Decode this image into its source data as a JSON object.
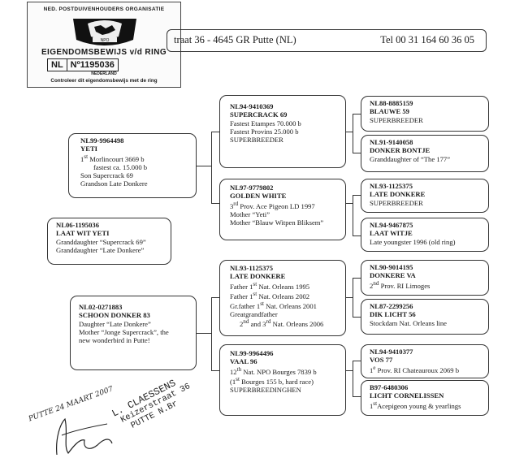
{
  "certificate": {
    "org": "NED. POSTDUIVENHOUDERS ORGANISATIE",
    "emblem_text": "NPO",
    "title": "EIGENDOMSBEWIJS v/d RING",
    "country": "NL",
    "number": "Nº1195036",
    "small": "NEDERLAND",
    "control": "Controleer dit eigendomsbewijs met de ring"
  },
  "header": {
    "address": "traat 36 - 4645 GR Putte (NL)",
    "phone": "Tel 00 31 164 60 36 05"
  },
  "pedigree": {
    "subject": {
      "ring": "NL06-1195036",
      "name": "LAAT WIT YETI",
      "lines": [
        "Granddaughter “Supercrack 69”",
        "Granddaughter “Late Donkere”"
      ]
    },
    "sire": {
      "ring": "NL99-9964498",
      "name": "YETI",
      "l1a": "1",
      "l1sup": "st",
      "l1b": " Morlincourt 3669 b",
      "l2": "fastest ca. 15.000 b",
      "l3": "Son Supercrack 69",
      "l4": "Grandson Late Donkere"
    },
    "dam": {
      "ring": "NL02-0271883",
      "name": "SCHOON DONKER 83",
      "lines": [
        "Daughter “Late Donkere”",
        "Mother “Jonge Supercrack”, the",
        "new wonderbird in Putte!"
      ]
    },
    "ss": {
      "ring": "NL94-9410369",
      "name": "SUPERCRACK 69",
      "lines": [
        "Fastest Etampes 70.000 b",
        "Fastest Provins 25.000 b",
        "SUPERBREEDER"
      ]
    },
    "sd": {
      "ring": "NL97-9779802",
      "name": "GOLDEN WHITE",
      "l1a": "3",
      "l1sup": "rd",
      "l1b": " Prov. Ace Pigeon LD 1997",
      "l2": "Mother “Yeti”",
      "l3": "Mother “Blauw Witpen Bliksem”"
    },
    "ds": {
      "ring": "NL93-1125375",
      "name": "LATE DONKERE",
      "fa": "Father 1",
      "fasup": "st",
      "fb": " Nat. Orleans 1995",
      "fa2": "Father 1",
      "fasup2": "st",
      "fb2": " Nat. Orleans 2002",
      "ga": "Gr.father 1",
      "gsup": "st",
      "gb": " Nat. Orleans 2001",
      "g2": "Greatgrandfather",
      "h1": "2",
      "h1sup": "nd",
      "h2": " and 3",
      "h2sup": "rd",
      "h3": " Nat. Orleans 2006"
    },
    "dd": {
      "ring": "NL99-9964496",
      "name": "VAAL 96",
      "a1": "12",
      "a1sup": "th",
      "a2": " Nat. NPO Bourges 7839 b",
      "b1": "(1",
      "b1sup": "st",
      "b2": " Bourges 155 b, hard race)",
      "c": "SUPERBREEDINGHEN"
    },
    "sss": {
      "ring": "NL88-8885159",
      "name": "BLAUWE 59",
      "lines": [
        "SUPERBREEDER"
      ]
    },
    "ssd": {
      "ring": "NL91-9140058",
      "name": "DONKER BONTJE",
      "lines": [
        "Granddaughter of “The 177”"
      ]
    },
    "sds": {
      "ring": "NL93-1125375",
      "name": "LATE DONKERE",
      "lines": [
        "SUPERBREEDER"
      ]
    },
    "sdd": {
      "ring": "NL94-9467875",
      "name": "LAAT WITJE",
      "lines": [
        "Late youngster 1996 (old ring)"
      ]
    },
    "dss": {
      "ring": "NL90-9014195",
      "name": "DONKERE VA",
      "a": "2",
      "sup": "nd",
      "b": " Prov. RI Limoges"
    },
    "dsd": {
      "ring": "NL87-2299256",
      "name": "DIK LICHT 56",
      "lines": [
        "Stockdam Nat. Orleans line"
      ]
    },
    "dds": {
      "ring": "NL94-9410377",
      "name": "VOS 77",
      "a": "1",
      "sup": "e",
      "b": " Prov. RI Chateauroux 2069 b"
    },
    "ddd": {
      "ring": "B97-6480306",
      "name": "LICHT CORNELISSEN",
      "a": "1",
      "sup": "st",
      "b": "Acepigeon young & yearlings"
    }
  },
  "signature": {
    "date": "PUTTE 24 MAART 2007",
    "stamp_line1": "L. CLAESSENS",
    "stamp_line2": "Keizerstraat 36",
    "stamp_line3": "PUTTE N.Br"
  }
}
